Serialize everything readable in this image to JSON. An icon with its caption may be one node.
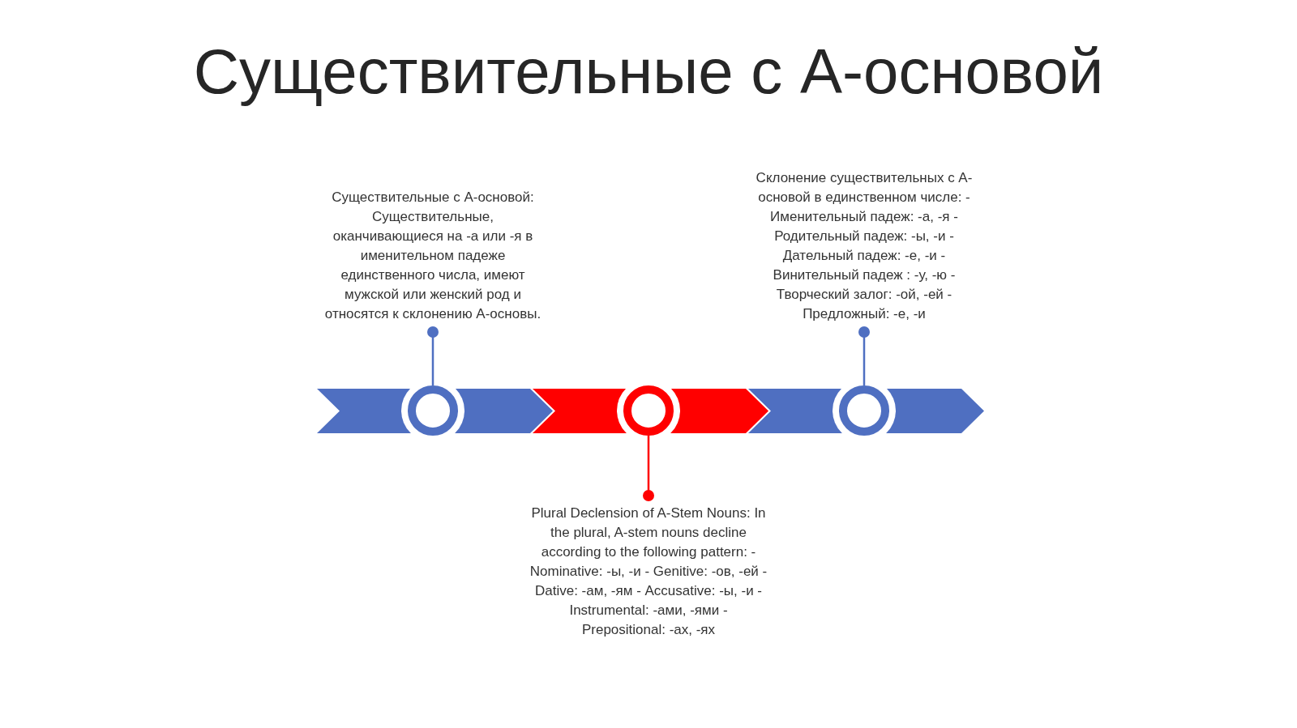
{
  "diagram": {
    "title": "Существительные с А-основой",
    "nodes": [
      {
        "text": [
          "Существительные с А-основой: Существительные, оканчивающиеся на -а или -я в именительном падеже единственного числа, имеют мужской или женский род и относятся к склонению А-основы."
        ]
      },
      {
        "text": [
          "Склонение существительных с А-основой в единственном числе: - Именительный падеж: -а, -я - Родительный падеж: -ы, -и - Дательный падеж: -е, -и - Винительный падеж : -у, -ю - Творческий залог: -ой, -ей - Предложный: -е, -и"
        ]
      },
      {
        "text": [],
        "shape": "circle"
      },
      {
        "text": [],
        "shape": "circle"
      },
      {
        "text": [],
        "shape": "circle"
      },
      {
        "text": [
          "Plural Declension of A-Stem Nouns: In the plural, A-stem nouns decline according to the following pattern: - Nominative: -ы, -и - Genitive: -ов, -ей - Dative: -ам, -ям - Accusative: -ы, -и - Instrumental: -ами, -ями - Prepositional: -ах, -ях"
        ]
      }
    ],
    "edges": [
      {
        "from": 2,
        "to": 0,
        "arrow": "other"
      },
      {
        "from": 4,
        "to": 1,
        "arrow": "other"
      },
      {
        "from": 3,
        "to": 5,
        "arrow": "other",
        "color": "#ff0000"
      }
    ]
  }
}
